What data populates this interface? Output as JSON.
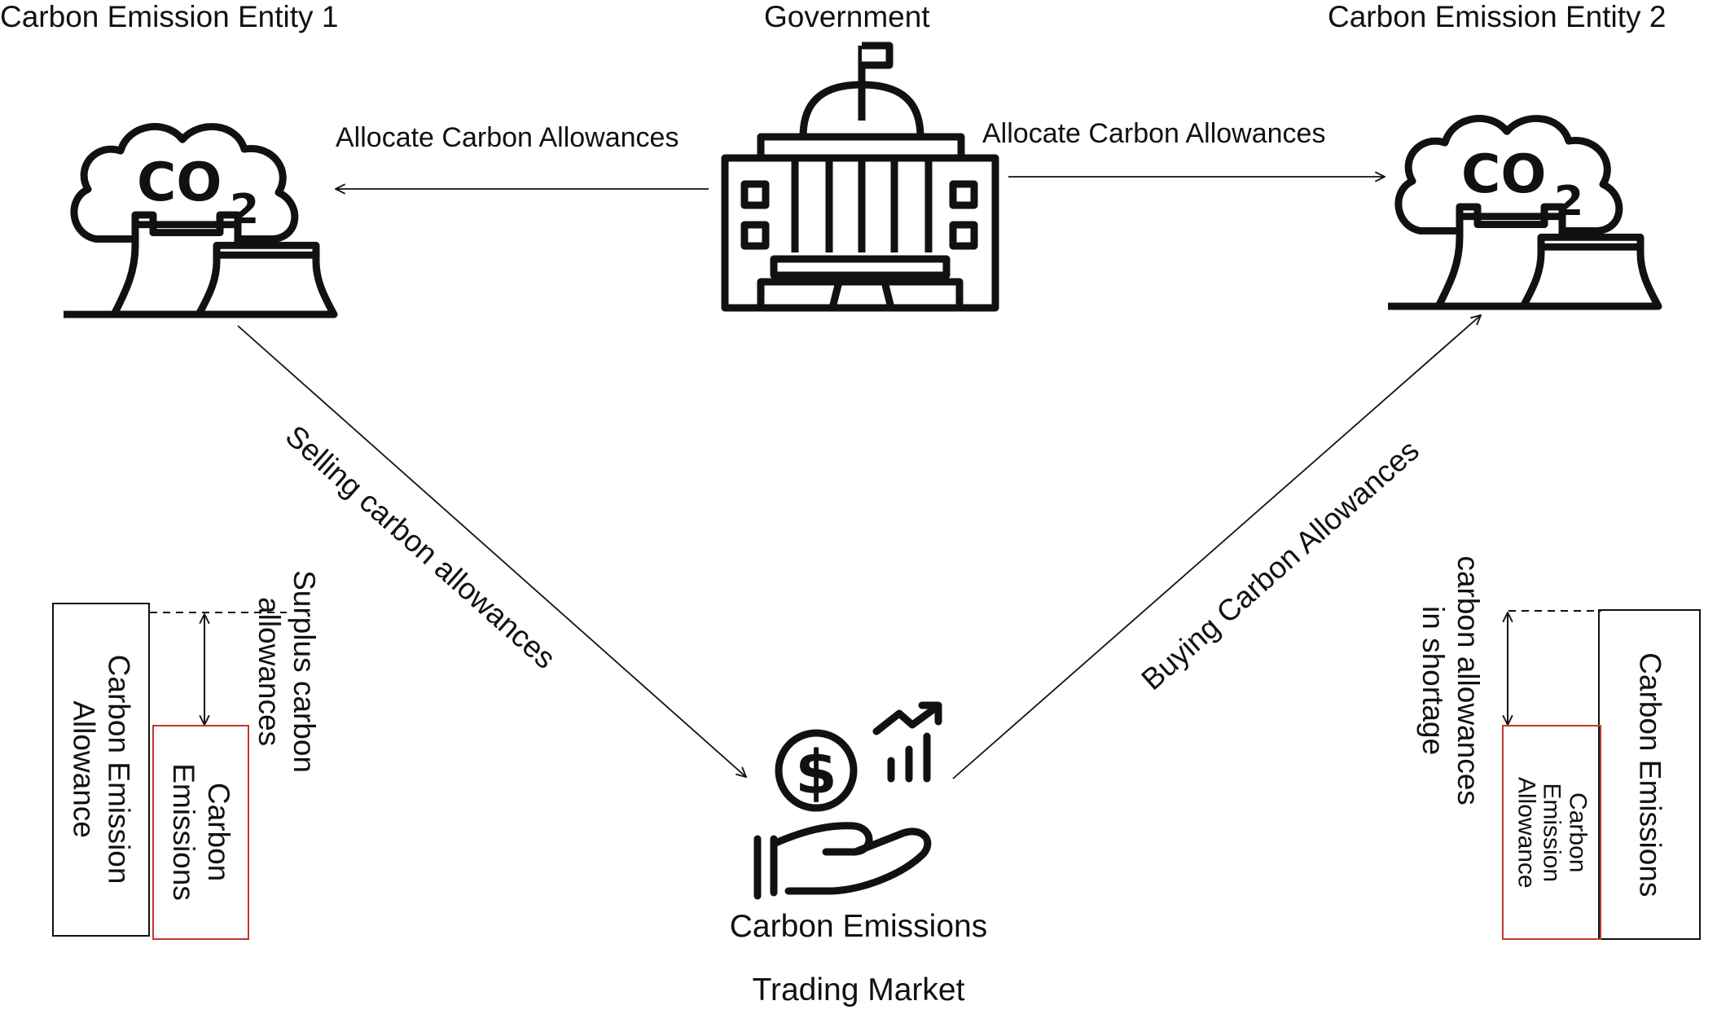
{
  "nodes": {
    "entity1": {
      "title": "Carbon Emission Entity 1",
      "icon": "co2-factory-icon"
    },
    "government": {
      "title": "Government",
      "icon": "government-building-icon"
    },
    "entity2": {
      "title": "Carbon Emission Entity 2",
      "icon": "co2-factory-icon"
    },
    "market": {
      "line1": "Carbon Emissions",
      "line2": "Trading Market",
      "icon": "money-hand-growth-icon"
    }
  },
  "co2_text": {
    "main": "CO",
    "sub": "2"
  },
  "edges": {
    "gov_to_entity1": "Allocate Carbon Allowances",
    "gov_to_entity2": "Allocate Carbon Allowances",
    "entity1_to_market": "Selling carbon allowances",
    "market_to_entity2": "Buying Carbon Allowances"
  },
  "left_panel": {
    "allowance_box": "Carbon Emission\nAllowance",
    "emissions_box": "Carbon\nEmissions",
    "difference_label": "Surplus carbon\nallowances"
  },
  "right_panel": {
    "emissions_box": "Carbon Emissions",
    "allowance_box": "Carbon\nEmission\nAllowance",
    "difference_label": "carbon allowances\nin shortage"
  },
  "colors": {
    "stroke": "#111111",
    "emissions_box_border": "#c0392b",
    "background": "#ffffff"
  }
}
